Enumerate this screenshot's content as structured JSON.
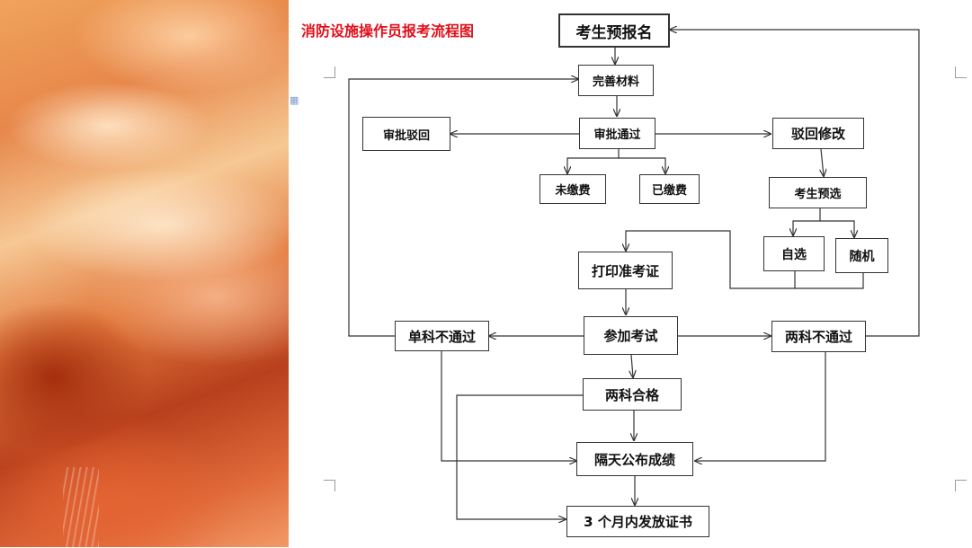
{
  "title": "消防设施操作员报考流程图",
  "nodes": {
    "pre_register": "考生预报名",
    "complete_materials": "完善材料",
    "review_rejected": "审批驳回",
    "review_passed": "审批通过",
    "reject_modify": "驳回修改",
    "unpaid": "未缴费",
    "paid": "已缴费",
    "pre_select": "考生预选",
    "self_select": "自选",
    "random": "随机",
    "print_admission": "打印准考证",
    "take_exam": "参加考试",
    "single_fail": "单科不通过",
    "both_fail": "两科不通过",
    "both_pass": "两科合格",
    "publish_scores": "隔天公布成绩",
    "issue_cert": "3 个月内发放证书"
  },
  "colors": {
    "title": "#e0101a",
    "border": "#333333",
    "line": "#333333"
  }
}
